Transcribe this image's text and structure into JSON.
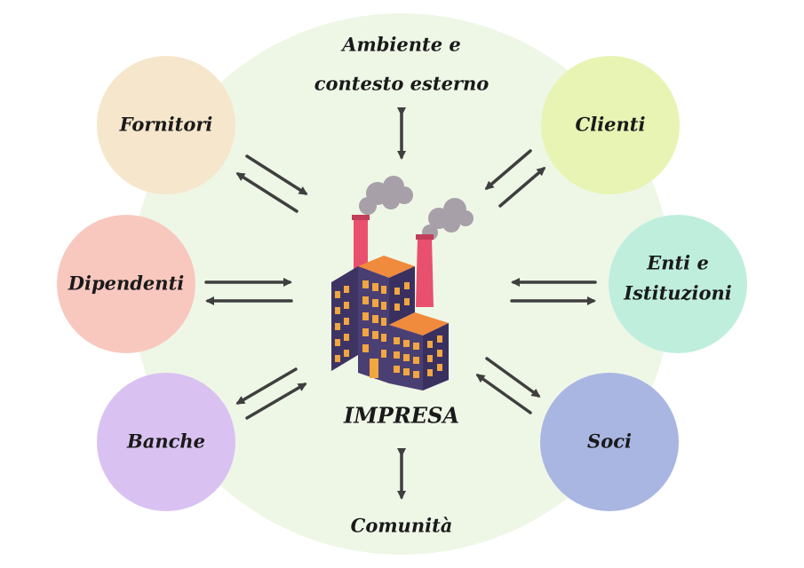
{
  "colors": {
    "background_circle": "#eef7e6",
    "fornitori": "#f6e6cb",
    "clienti": "#e7f4b4",
    "dipendenti": "#f8c8bf",
    "enti": "#bfeedd",
    "banche": "#d9c2f1",
    "soci": "#a9b6e2",
    "arrows": "#3f3f3f",
    "factory_wall": "#4a3f72",
    "factory_window": "#f2a640",
    "factory_roof": "#f08a3c",
    "chimney": "#e8506e",
    "smoke": "#a8a0a8"
  },
  "center": {
    "label": "IMPRESA",
    "icon": "factory-icon"
  },
  "top": {
    "line1": "Ambiente e",
    "line2": "contesto esterno"
  },
  "bottom": {
    "label": "Comunità"
  },
  "nodes": {
    "fornitori": "Fornitori",
    "clienti": "Clienti",
    "dipendenti": "Dipendenti",
    "enti": {
      "line1": "Enti e",
      "line2": "Istituzioni"
    },
    "banche": "Banche",
    "soci": "Soci"
  }
}
